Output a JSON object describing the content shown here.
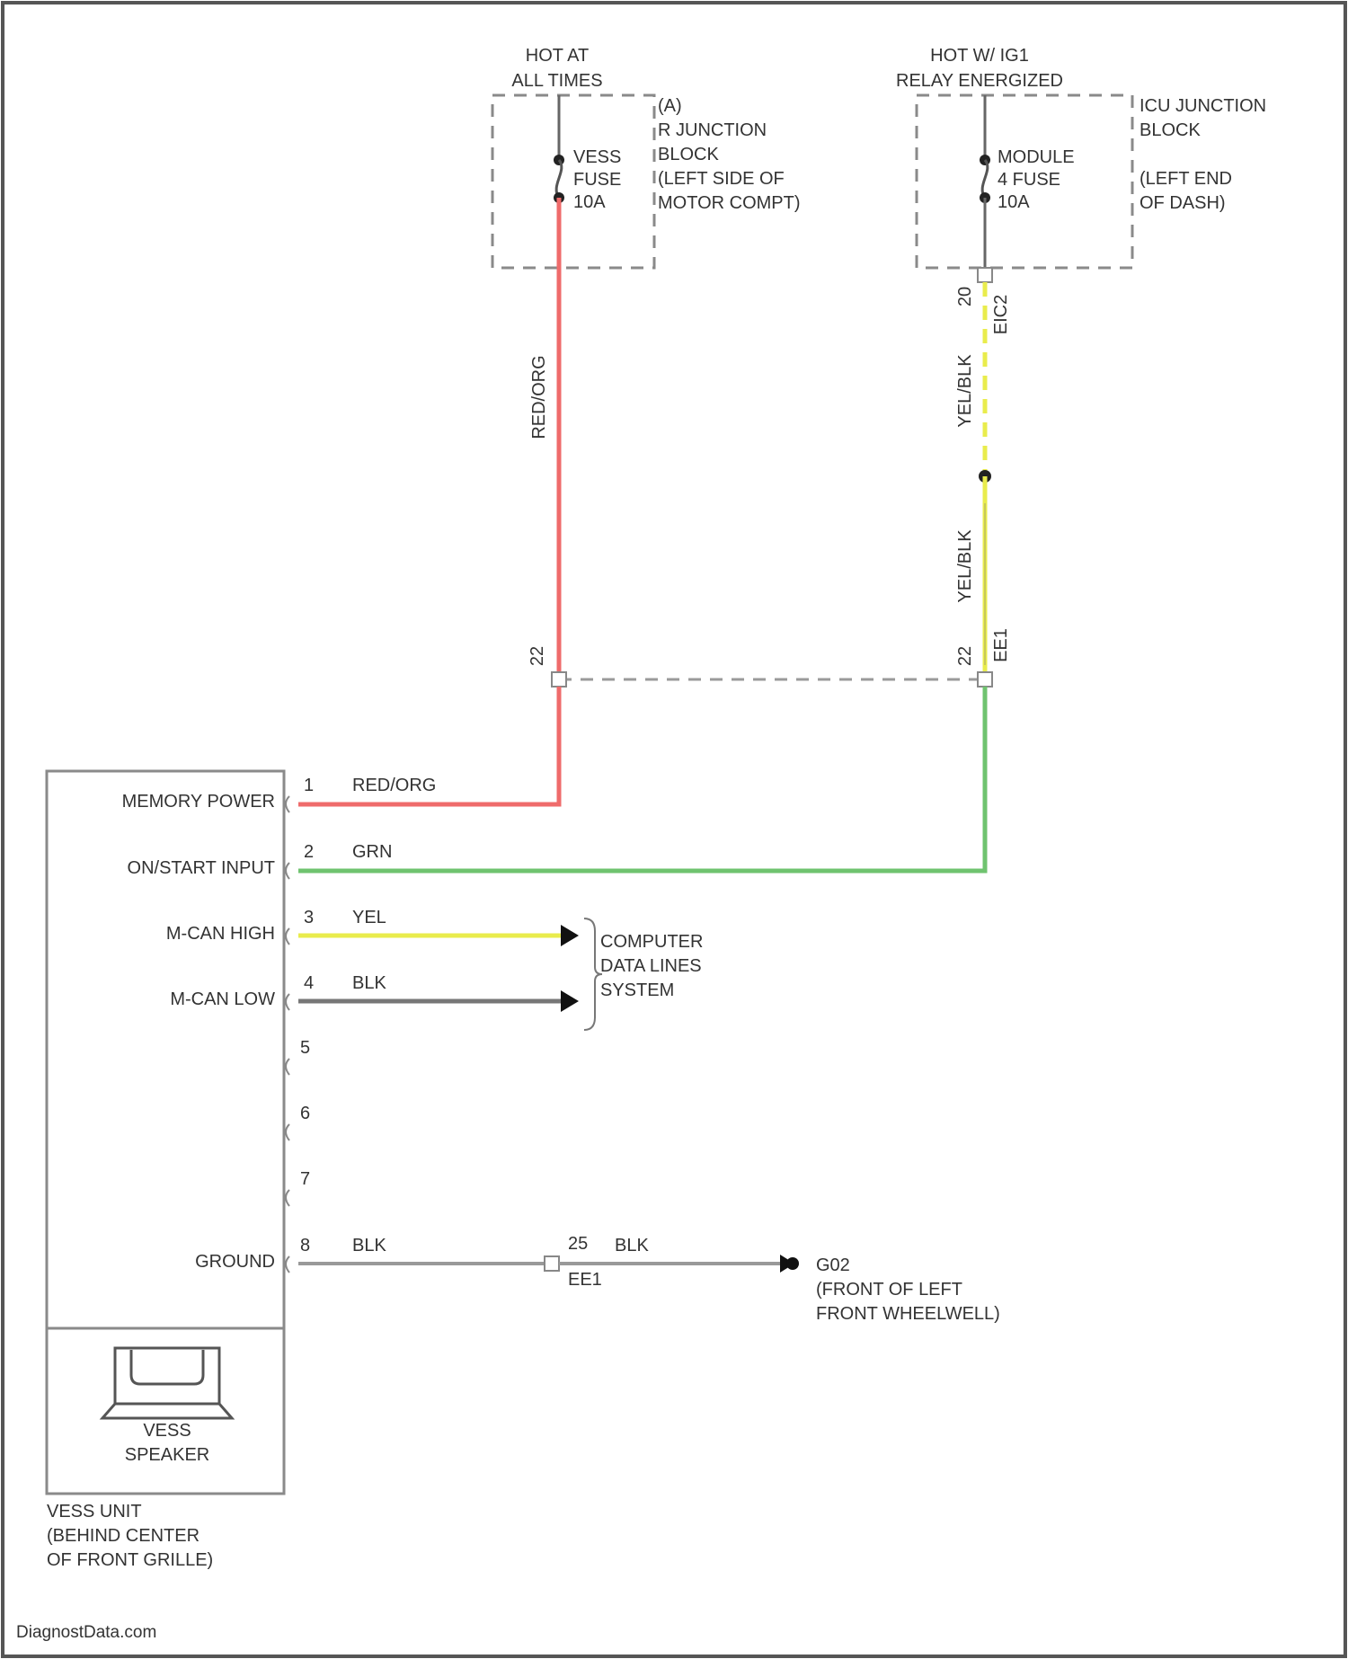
{
  "footer": {
    "watermark": "DiagnostData.com"
  },
  "colors": {
    "red_org": "#ef6b6b",
    "grn": "#6fc36f",
    "yel": "#e9ec4c",
    "yel_blk_dark": "#999999",
    "blk": "#777777",
    "dashed_box": "#8a8a8a",
    "line": "#666666"
  },
  "left_source": {
    "hot_text": [
      "HOT AT",
      "ALL TIMES"
    ],
    "fuse_text": [
      "VESS",
      "FUSE",
      "10A"
    ],
    "block_text": [
      "(A)",
      "R JUNCTION",
      "BLOCK",
      "(LEFT SIDE OF",
      "MOTOR COMPT)"
    ]
  },
  "right_source": {
    "hot_text": [
      "HOT W/ IG1",
      "RELAY ENERGIZED"
    ],
    "fuse_text": [
      "MODULE",
      "4 FUSE",
      "10A"
    ],
    "block_text": [
      "ICU JUNCTION",
      "BLOCK",
      "(LEFT END",
      "OF DASH)"
    ],
    "pin_top": "20",
    "connector_top": "EIC2"
  },
  "wires": {
    "red_vertical_label": "RED/ORG",
    "yel_blk_label_upper": "YEL/BLK",
    "yel_blk_label_lower": "YEL/BLK",
    "left_pin_mid": "22",
    "right_pin_mid": "22",
    "connector_mid": "EE1"
  },
  "unit_pins": [
    {
      "pin": "1",
      "label": "MEMORY POWER",
      "wire": "RED/ORG"
    },
    {
      "pin": "2",
      "label": "ON/START INPUT",
      "wire": "GRN"
    },
    {
      "pin": "3",
      "label": "M-CAN HIGH",
      "wire": "YEL"
    },
    {
      "pin": "4",
      "label": "M-CAN LOW",
      "wire": "BLK"
    },
    {
      "pin": "5",
      "label": "",
      "wire": ""
    },
    {
      "pin": "6",
      "label": "",
      "wire": ""
    },
    {
      "pin": "7",
      "label": "",
      "wire": ""
    },
    {
      "pin": "8",
      "label": "GROUND",
      "wire": "BLK"
    }
  ],
  "data_lines": [
    "COMPUTER",
    "DATA LINES",
    "SYSTEM"
  ],
  "ground": {
    "inline_pin": "25",
    "inline_wire": "BLK",
    "inline_connector": "EE1",
    "ground_text": [
      "G02",
      "(FRONT OF LEFT",
      "FRONT WHEELWELL)"
    ]
  },
  "speaker": [
    "VESS",
    "SPEAKER"
  ],
  "unit_text": [
    "VESS UNIT",
    "(BEHIND CENTER",
    "OF FRONT GRILLE)"
  ]
}
